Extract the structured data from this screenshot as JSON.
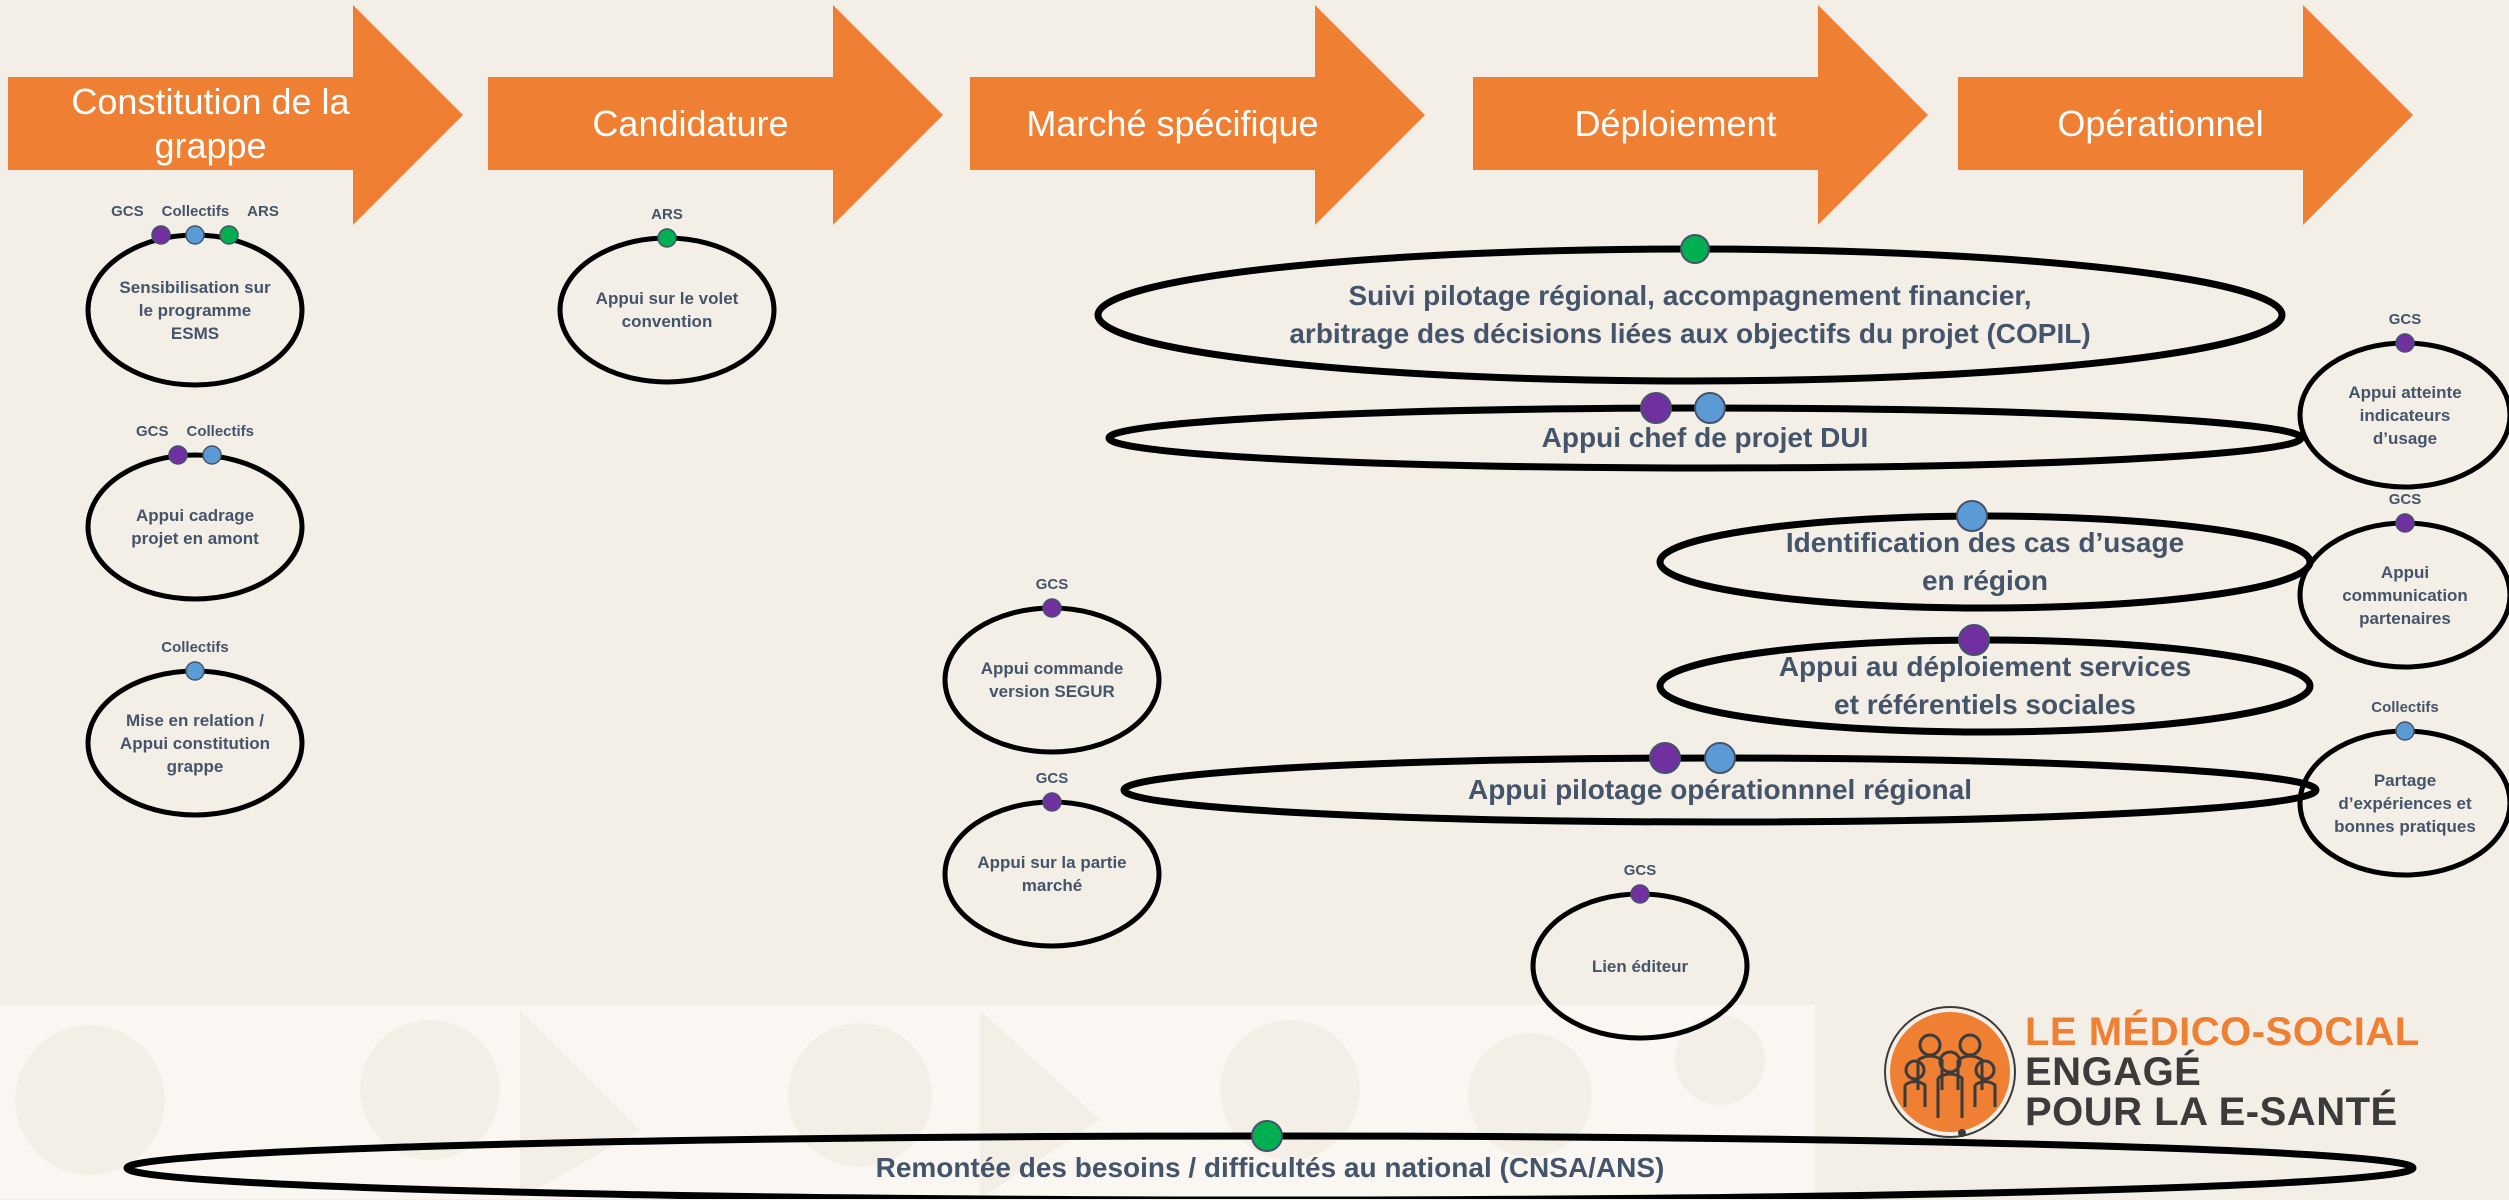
{
  "colors": {
    "background": "#f4efe6",
    "arrow": "#ef7f32",
    "text": "#44546a",
    "dot_purple": "#7030a0",
    "dot_blue": "#5b9bd5",
    "dot_green": "#00b050",
    "brand_orange": "#ef7f32",
    "brand_dark": "#3b3b3b"
  },
  "phases": [
    {
      "label": "Constitution de la grappe"
    },
    {
      "label": "Candidature"
    },
    {
      "label": "Marché spécifique"
    },
    {
      "label": "Déploiement"
    },
    {
      "label": "Opérationnel"
    }
  ],
  "small_ovals": [
    {
      "id": "sensibilisation",
      "text": "Sensibilisation sur le programme ESMS",
      "roles": [
        "GCS",
        "Collectifs",
        "ARS"
      ],
      "dots": [
        "purple",
        "blue",
        "green"
      ]
    },
    {
      "id": "cadrage",
      "text": "Appui cadrage projet en amont",
      "roles": [
        "GCS",
        "Collectifs"
      ],
      "dots": [
        "purple",
        "blue"
      ]
    },
    {
      "id": "mise-en-relation",
      "text": "Mise en relation / Appui constitution grappe",
      "roles": [
        "Collectifs"
      ],
      "dots": [
        "blue"
      ]
    },
    {
      "id": "volet-convention",
      "text": "Appui sur le volet convention",
      "roles": [
        "ARS"
      ],
      "dots": [
        "green"
      ]
    },
    {
      "id": "commande-segur",
      "text": "Appui commande version SEGUR",
      "roles": [
        "GCS"
      ],
      "dots": [
        "purple"
      ]
    },
    {
      "id": "partie-marche",
      "text": "Appui sur la partie marché",
      "roles": [
        "GCS"
      ],
      "dots": [
        "purple"
      ]
    },
    {
      "id": "lien-editeur",
      "text": "Lien éditeur",
      "roles": [
        "GCS"
      ],
      "dots": [
        "purple"
      ]
    },
    {
      "id": "indicateurs",
      "text": "Appui atteinte indicateurs d’usage",
      "roles": [
        "GCS"
      ],
      "dots": [
        "purple"
      ]
    },
    {
      "id": "communication",
      "text": "Appui communication partenaires",
      "roles": [
        "GCS"
      ],
      "dots": [
        "purple"
      ]
    },
    {
      "id": "partage",
      "text": "Partage d’expériences et bonnes pratiques",
      "roles": [
        "Collectifs"
      ],
      "dots": [
        "blue"
      ]
    }
  ],
  "wide_ovals": [
    {
      "id": "copil",
      "line1": "Suivi pilotage régional, accompagnement financier,",
      "line2": "arbitrage des décisions liées aux objectifs du projet (COPIL)",
      "dots": [
        "green"
      ]
    },
    {
      "id": "chef-projet",
      "line1": "Appui chef de projet DUI",
      "line2": "",
      "dots": [
        "purple",
        "blue"
      ]
    },
    {
      "id": "cas-usage",
      "line1": "Identification des cas d’usage",
      "line2": "en région",
      "dots": [
        "blue"
      ]
    },
    {
      "id": "deploiement-services",
      "line1": "Appui au déploiement  services",
      "line2": "et référentiels sociales",
      "dots": [
        "purple"
      ]
    },
    {
      "id": "pilotage-op",
      "line1": "Appui pilotage opérationnnel régional",
      "line2": "",
      "dots": [
        "purple",
        "blue"
      ]
    },
    {
      "id": "remontee",
      "line1": "Remontée des besoins / difficultés au national (CNSA/ANS)",
      "line2": "",
      "dots": [
        "green"
      ]
    }
  ],
  "brand": {
    "line1": "LE MÉDICO-SOCIAL",
    "line2": "ENGAGÉ",
    "line3": "POUR LA E-SANTÉ"
  }
}
